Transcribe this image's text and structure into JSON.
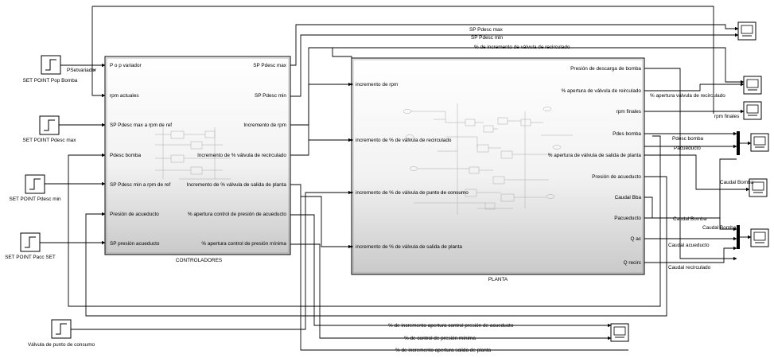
{
  "sources": [
    {
      "label": "SET POINT Pop Bomba"
    },
    {
      "label": "SET POINT Pdesc max"
    },
    {
      "label": "SET POINT Pdesc min"
    },
    {
      "label": "SET POINT Pacc SET"
    },
    {
      "label": "Válvula de punto de consumo"
    }
  ],
  "controladores": {
    "title": "CONTROLADORES",
    "inputs": [
      "P o p variador",
      "rpm actuales",
      "SP Pdesc max a rpm de ref",
      "Pdesc bomba",
      "SP Pdesc min a rpm de ref",
      "Presión de acueducto",
      "SP presión acueducto"
    ],
    "outputs": [
      "SP Pdesc max",
      "SP Pdesc min",
      "Incremento de rpm",
      "Incremento de % válvula de recirculado",
      "Incremento de % válvula de salida de planta",
      "% apertura control de presión de acueducto",
      "% apertura control de presión mínima"
    ]
  },
  "planta": {
    "title": "PLANTA",
    "inputs": [
      "incremento de rpm",
      "incremento de % de válvula de recirculado",
      "incremento de % de válvula de punto de consumo",
      "incremento de % de válvula de salida de planta"
    ],
    "outputs": [
      "Presión de descarga de bomba",
      "% apertura de válvula de reirculado",
      "rpm finales",
      "Pdes bomba",
      "% apertura de válvula de salida de planta",
      "Presión de acueducto",
      "Caudal Bba",
      "Pacueducto",
      "Q ac",
      "Q recirc"
    ]
  },
  "signals": {
    "psetvariador": "PSetvariador",
    "sp_max": "SP Pdesc max",
    "sp_min": "SP Pdesc min",
    "inc_recirc": "% de incremento de válvula de recirculado",
    "apertura_recirc": "% apertura válvula de recirculado",
    "rpm_finales": "rpm finales",
    "pdesc_bomba": "Pdesc bomba",
    "pacueducto": "Pacueducto",
    "caudal_bomba_1": "Caudal Bomba",
    "caudal_bomba_2": "Caudal Bomba",
    "caudal_bomba_3": "Caudal Bomba",
    "caudal_acueducto": "Caudal acueducto",
    "caudal_recirculado": "Caudal recirculado",
    "inc_apertura_acueducto": "% de incremento apertura control presión de acueducto",
    "control_presion_minima": "% de control de presión mínima",
    "inc_apertura_salida": "% de incremento apertura salida de planta"
  }
}
